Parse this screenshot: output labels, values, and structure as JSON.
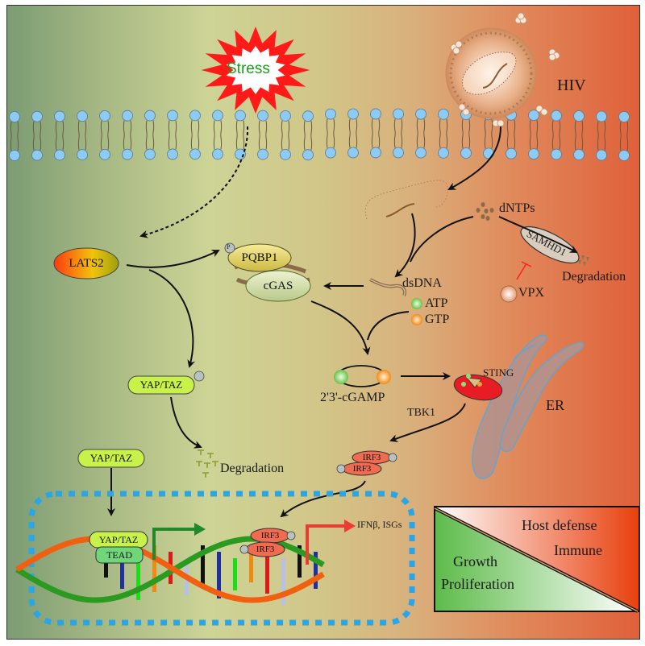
{
  "title": "LATS2 / cGAS-STING signaling: growth vs. host defense",
  "stimuli": {
    "stress": "Stress",
    "virus": "HIV"
  },
  "nodes": {
    "lats2": "LATS2",
    "pqbp1": "PQBP1",
    "cgas": "cGAS",
    "yap_taz_phos": "YAP/TAZ",
    "yap_taz": "YAP/TAZ",
    "yap_taz_nuclear": "YAP/TAZ",
    "tead": "TEAD",
    "dsdna": "dsDNA",
    "atp": "ATP",
    "gtp": "GTP",
    "dntps": "dNTPs",
    "samhd1": "SAMHD1",
    "vpx": "VPX",
    "cgamp": "2'3'-cGAMP",
    "sting": "STING",
    "er": "ER",
    "tbk1": "TBK1",
    "irf3_a": "IRF3",
    "irf3_b": "IRF3",
    "irf3_nuc_a": "IRF3",
    "irf3_nuc_b": "IRF3",
    "phospho": "P"
  },
  "degradation": {
    "yap": "Degradation",
    "dntp": "Degradation"
  },
  "outputs": {
    "ifn": "IFNβ, ISGs"
  },
  "legend": {
    "growth_line1": "Growth",
    "growth_line2": "Proliferation",
    "defense_line1": "Host defense",
    "defense_line2": "Immune"
  },
  "colors": {
    "membrane_head": "#8ecbf4",
    "nucleus_border": "#2aa6e6",
    "stress_burst": "#ff1a1a",
    "stress_text": "#1a9e1a",
    "sting": "#e81c24",
    "irf3": "#f06b50",
    "yap": "#c8f24a",
    "tead": "#6fd67a",
    "inhibit": "#ff2020",
    "green_arrow": "#1e8a2a",
    "red_arrow": "#ef3a32"
  }
}
